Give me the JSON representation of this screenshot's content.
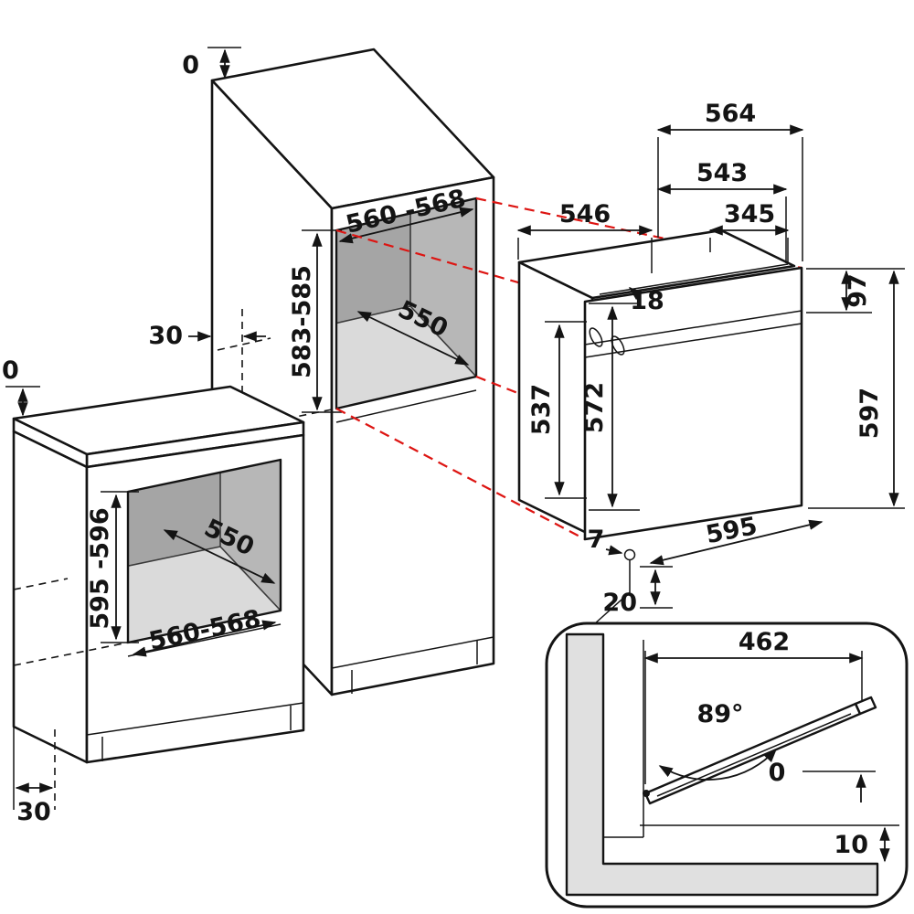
{
  "diagram": {
    "tall_cabinet": {
      "top_gap": "0",
      "rear_gap": "30",
      "niche_width": "560 -568",
      "niche_height": "583-585",
      "niche_depth": "550"
    },
    "base_cabinet": {
      "top_gap": "0",
      "bottom_gap": "30",
      "niche_depth": "550",
      "niche_height": "595 -596",
      "niche_width": "560-568"
    },
    "oven": {
      "overall_depth": "564",
      "body_depth": "543",
      "rear_depth": "546",
      "front_depth": "345",
      "top_inset": "18",
      "panel_height": "97",
      "body_height": "537",
      "front_height": "572",
      "overall_height": "597",
      "front_width": "595",
      "front_gap": "7",
      "bottom_clearance": "20"
    },
    "door_detail": {
      "door_width": "462",
      "open_angle": "89°",
      "front_gap": "0",
      "floor_gap": "10"
    },
    "colors": {
      "line": "#141414",
      "projection_red": "#dd1512",
      "niche_back": "#a5a5a5",
      "niche_floor": "#dadada",
      "detail_gray": "#e0e0e0"
    }
  }
}
